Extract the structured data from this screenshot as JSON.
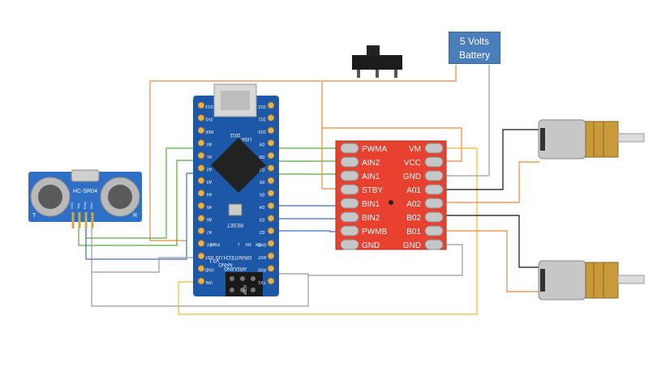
{
  "battery": {
    "line1": "5 Volts",
    "line2": "Battery"
  },
  "driver": {
    "left_pins": [
      "PWMA",
      "AIN2",
      "AIN1",
      "STBY",
      "BIN1",
      "BIN2",
      "PWMB",
      "GND"
    ],
    "right_pins": [
      "VM",
      "VCC",
      "GND",
      "A01",
      "A02",
      "B02",
      "B01",
      "GND"
    ]
  },
  "arduino": {
    "labels": [
      "GRAVITECH.US",
      "NANO",
      "V3.1",
      "ARDUINO",
      "RESET",
      "ICSP",
      "USA",
      "2011",
      "PWR",
      "TX",
      "RX",
      "L"
    ],
    "top_pins": [
      "D12",
      "D11",
      "D10",
      "D9",
      "D8",
      "D7",
      "D6",
      "D5",
      "D4",
      "D3",
      "D2",
      "GND",
      "RST",
      "RX0",
      "TX1"
    ],
    "bottom_pins": [
      "D13",
      "3V3",
      "REF",
      "A0",
      "A1",
      "A2",
      "A3",
      "A4",
      "A5",
      "A6",
      "A7",
      "5V",
      "RST",
      "GND",
      "VIN"
    ]
  },
  "sensor": {
    "label": "HC-SR04",
    "pins": [
      "VCC",
      "Trig",
      "Echo",
      "Gnd"
    ],
    "marks": [
      "T",
      "R"
    ]
  },
  "colors": {
    "orange": "#e88a3c",
    "green": "#58a93c",
    "blue": "#3c6fc4",
    "gray": "#9a9a9a",
    "yellow": "#f2b630",
    "black": "#111111",
    "board": "#1d57a8",
    "driver": "#e8412f"
  }
}
